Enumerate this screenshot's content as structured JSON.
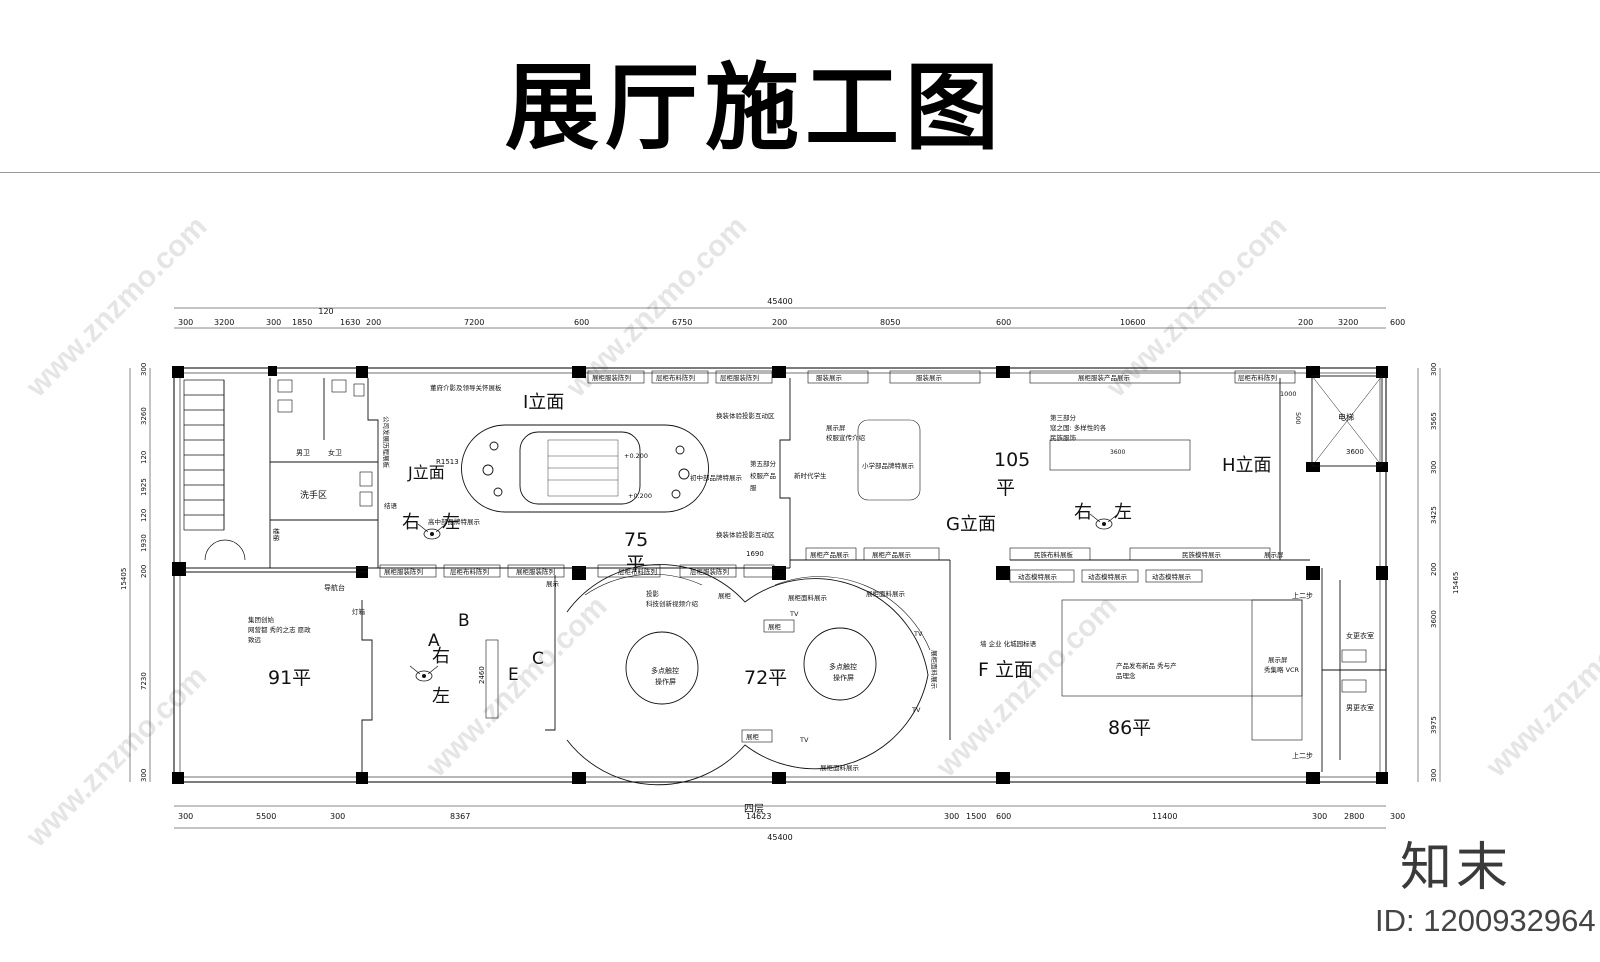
{
  "header": {
    "title": "展厅施工图"
  },
  "dimensions": {
    "total_top": "45400",
    "total_bottom": "45400",
    "top_small": "120",
    "top": [
      "300",
      "3200",
      "300",
      "1850",
      "1630",
      "200",
      "7200",
      "600",
      "6750",
      "200",
      "8050",
      "600",
      "10600",
      "200",
      "3200",
      "600"
    ],
    "bottom": [
      "300",
      "5500",
      "300",
      "8367",
      "14623",
      "300",
      "1500",
      "600",
      "11400",
      "300",
      "2800",
      "300"
    ],
    "left": [
      "300",
      "3260",
      "120",
      "1925",
      "120",
      "1930",
      "200",
      "7230",
      "300"
    ],
    "left_total": "15405",
    "right": [
      "300",
      "3565",
      "300",
      "3425",
      "200",
      "3600",
      "3975",
      "300"
    ],
    "right_total": "15465"
  },
  "rooms": {
    "area_75": "75",
    "area_75_unit": "平",
    "area_105": "105",
    "area_105_unit": "平",
    "area_91": "91平",
    "area_72": "72平",
    "area_86": "86平",
    "elev_i": "I立面",
    "elev_j": "J立面",
    "elev_g": "G立面",
    "elev_h": "H立面",
    "elev_f": "F 立面",
    "mark_a": "A",
    "mark_b": "B",
    "mark_c": "C",
    "mark_e": "E",
    "right1": "右",
    "left1": "左",
    "right2": "右",
    "left2": "左",
    "right3": "右",
    "left3": "左",
    "floor_label": "四层",
    "elevator": "电梯",
    "wash": "洗手区",
    "toilet_m": "男卫",
    "toilet_f": "女卫",
    "guide": "导航台",
    "dim_1690": "1690",
    "dim_3600": "3600",
    "dim_3600_b": "3600",
    "dim_2460": "2460",
    "dim_r": "R1513",
    "touch1": "多点触控\n操作屏",
    "touch2": "多点触控\n操作屏",
    "touch1_a": "多点触控",
    "touch1_b": "操作屏",
    "touch2_a": "多点触控",
    "touch2_b": "操作屏",
    "fit_f": "女更衣室",
    "fit_m": "男更衣室",
    "step_up1": "上二步",
    "step_up2": "上二步"
  },
  "labels": {
    "cab1": "展柜服装陈列",
    "cab2": "层柜布料陈列",
    "cab3": "层柜服装陈列",
    "cab4": "服装展示",
    "cab5": "服装展示",
    "cab6": "展柜服装产品展示",
    "cab7": "层柜布料陈列",
    "cab8": "展柜服装陈列",
    "cab9": "层柜布料陈列",
    "cab10": "展柜服装陈列",
    "cab11": "层柜布料陈列",
    "cab12": "层柜服装陈列",
    "cab13": "展柜产品展示",
    "cab14": "展柜产品展示",
    "cab15": "民族布料展板",
    "cab16": "民族模特展示",
    "cab17": "展示屏",
    "cab18": "动态模特展示",
    "cab19": "动态模特展示",
    "cab20": "动态模特展示",
    "cab21": "展柜",
    "cab22": "展柜",
    "cab23": "展柜面料展示",
    "cab24": "展柜面料展示",
    "cab25": "展柜面料展示",
    "cab26": "展柜",
    "cab27": "展柜面料展示",
    "n_top": "董府介影及领导关怀展板",
    "n_vert": "公司发展历程展板",
    "n_exp1": "换装体验投影互动区",
    "n_exp2": "换装体验投影互动区",
    "n_sec5a": "第五部分",
    "n_sec5b": "校服产品",
    "n_sec5c": "服",
    "n_newera": "新时代学生",
    "n_hs": "高中部品牌特展示",
    "n_jh": "初中部品牌特展示",
    "n_xinyu": "结语",
    "n_show1": "展示屏",
    "n_show2": "校服宣传介绍",
    "n_primary": "小学部品牌特展示",
    "n_sec3a": "第三部分",
    "n_sec3b": "寇之国: 多样性的各",
    "n_sec3c": "民族服饰",
    "n_wall": "墙 企业 化城园标语",
    "n_prod1": "产品发布新品 秀与产",
    "n_prod2": "品理念",
    "n_show3": "展示屏",
    "n_show4": "秀集略 VCR",
    "n_group1": "集团创始",
    "n_group2": "网营都 秀的之志 愿政",
    "n_group3": "致远",
    "n_proj1": "投影",
    "n_proj2": "科技创新视频介绍",
    "n_tv1": "TV",
    "n_tv2": "TV",
    "n_tv3": "TV",
    "n_tv4": "TV",
    "n_dengxiang": "灯箱",
    "n_stairtxt": "楼梯",
    "n_ev1": "+0.200",
    "n_ev2": "+0.200",
    "n_elev_small": "1000",
    "n_cab_small": "展示",
    "n_dim_s": "500"
  },
  "watermark": {
    "logo": "知末",
    "id": "ID: 1200932964",
    "diag": "www.znzmo.com"
  }
}
